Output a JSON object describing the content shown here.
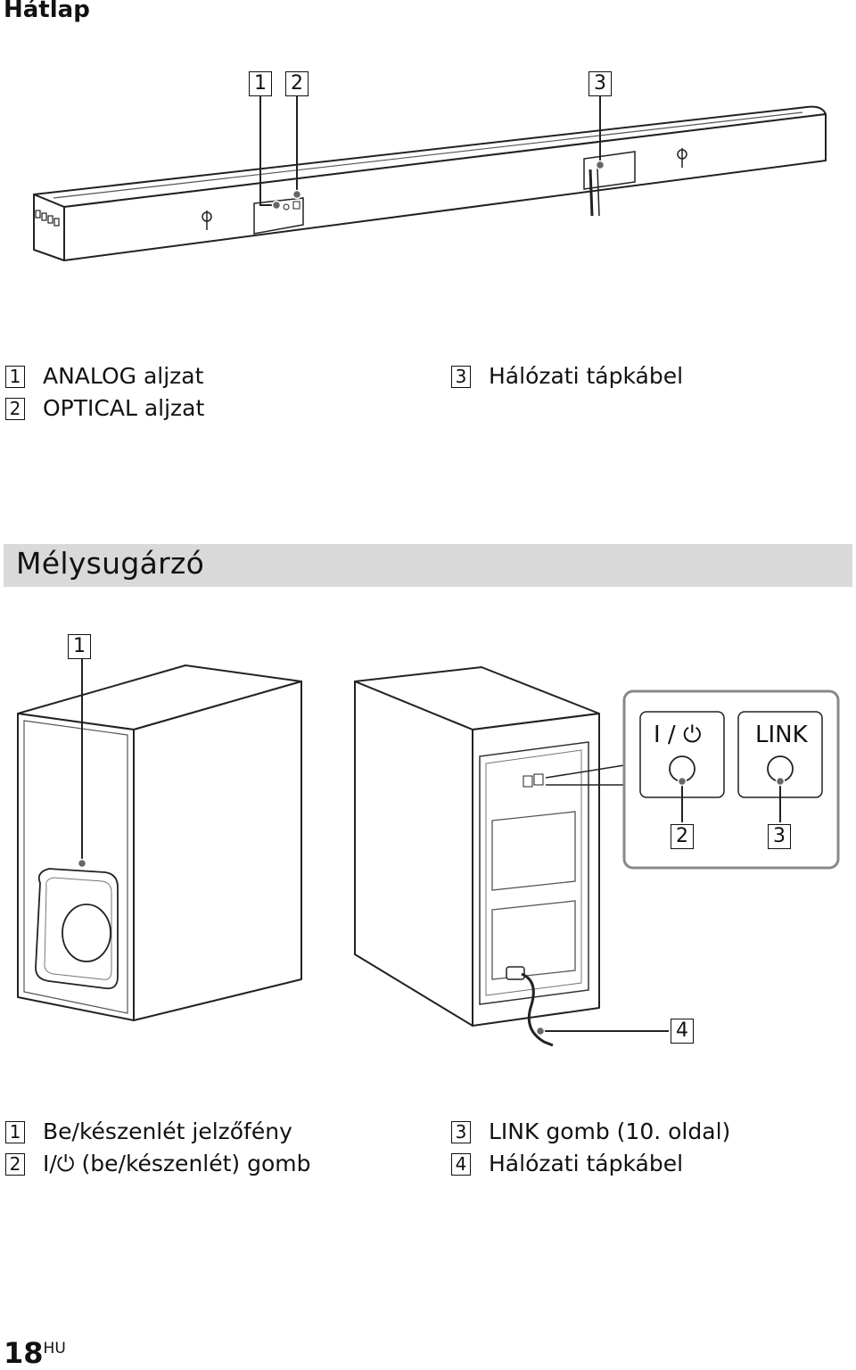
{
  "page": {
    "title": "Hátlap",
    "number": "18",
    "lang_suffix": "HU"
  },
  "soundbar": {
    "callouts": [
      "1",
      "2",
      "3"
    ],
    "legend": [
      {
        "num": "1",
        "text": "ANALOG aljzat"
      },
      {
        "num": "2",
        "text": "OPTICAL aljzat"
      },
      {
        "num": "3",
        "text": "Hálózati tápkábel"
      }
    ]
  },
  "subwoofer": {
    "section_title": "Mélysugárzó",
    "callouts": [
      "1",
      "2",
      "3",
      "4"
    ],
    "button_labels": {
      "power": "I / ⏻",
      "link": "LINK"
    },
    "legend": [
      {
        "num": "1",
        "text": "Be/készenlét jelzőfény"
      },
      {
        "num": "2",
        "text": "I/⏻ (be/készenlét) gomb"
      },
      {
        "num": "3",
        "text": "LINK gomb (10. oldal)"
      },
      {
        "num": "4",
        "text": "Hálózati tápkábel"
      }
    ]
  }
}
